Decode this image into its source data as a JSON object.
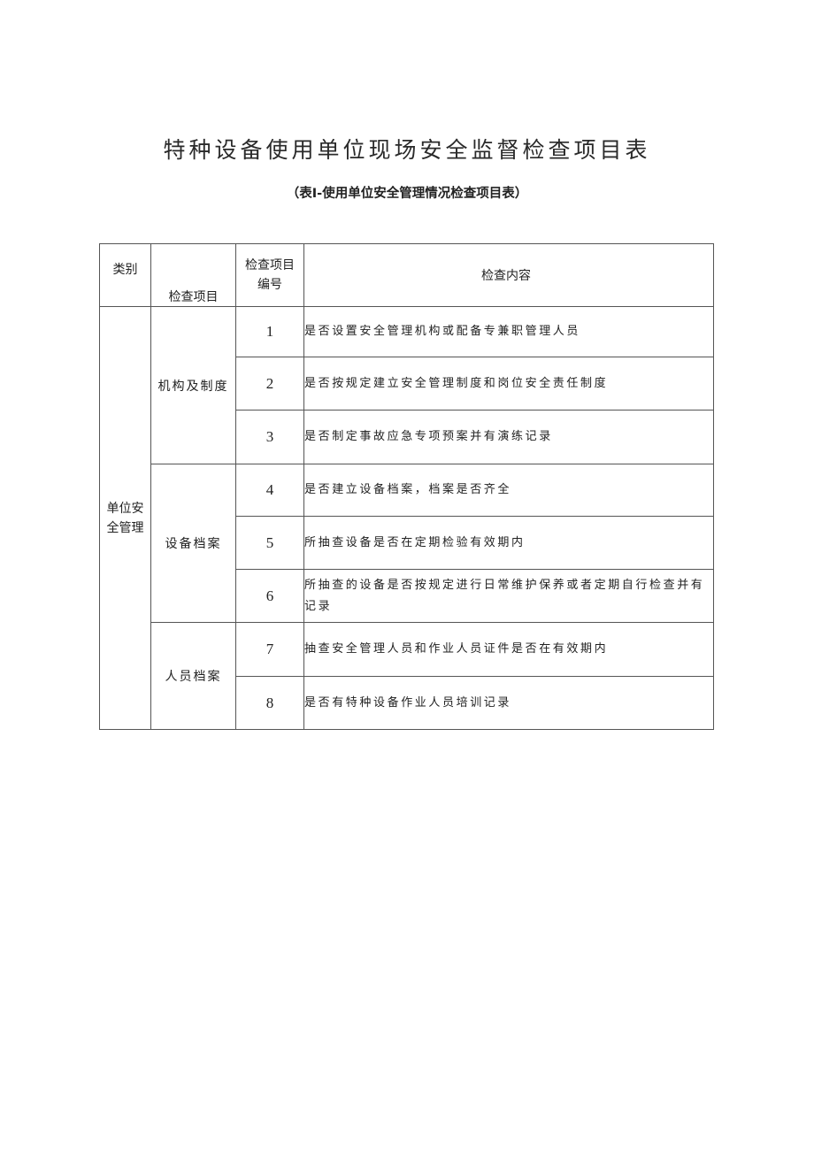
{
  "document": {
    "title": "特种设备使用单位现场安全监督检查项目表",
    "subtitle": "（表Ⅰ-使用单位安全管理情况检查项目表）"
  },
  "table": {
    "headers": {
      "category": "类别",
      "item": "检查项目",
      "number": "检查项目编号",
      "number_line1": "检查项目",
      "number_line2": "编号",
      "content": "检查内容"
    },
    "category": {
      "line1": "单位安",
      "line2": "全管理",
      "full": "单位安全管理"
    },
    "groups": [
      {
        "item": "机构及制度"
      },
      {
        "item": "设备档案"
      },
      {
        "item": "人员档案"
      }
    ],
    "rows": [
      {
        "number": "1",
        "content": "是否设置安全管理机构或配备专兼职管理人员"
      },
      {
        "number": "2",
        "content": "是否按规定建立安全管理制度和岗位安全责任制度"
      },
      {
        "number": "3",
        "content": "是否制定事故应急专项预案并有演练记录"
      },
      {
        "number": "4",
        "content": "是否建立设备档案，档案是否齐全"
      },
      {
        "number": "5",
        "content": "所抽查设备是否在定期检验有效期内"
      },
      {
        "number": "6",
        "content": "所抽查的设备是否按规定进行日常维护保养或者定期自行检查并有记录"
      },
      {
        "number": "7",
        "content": "抽查安全管理人员和作业人员证件是否在有效期内"
      },
      {
        "number": "8",
        "content": "是否有特种设备作业人员培训记录"
      }
    ]
  }
}
